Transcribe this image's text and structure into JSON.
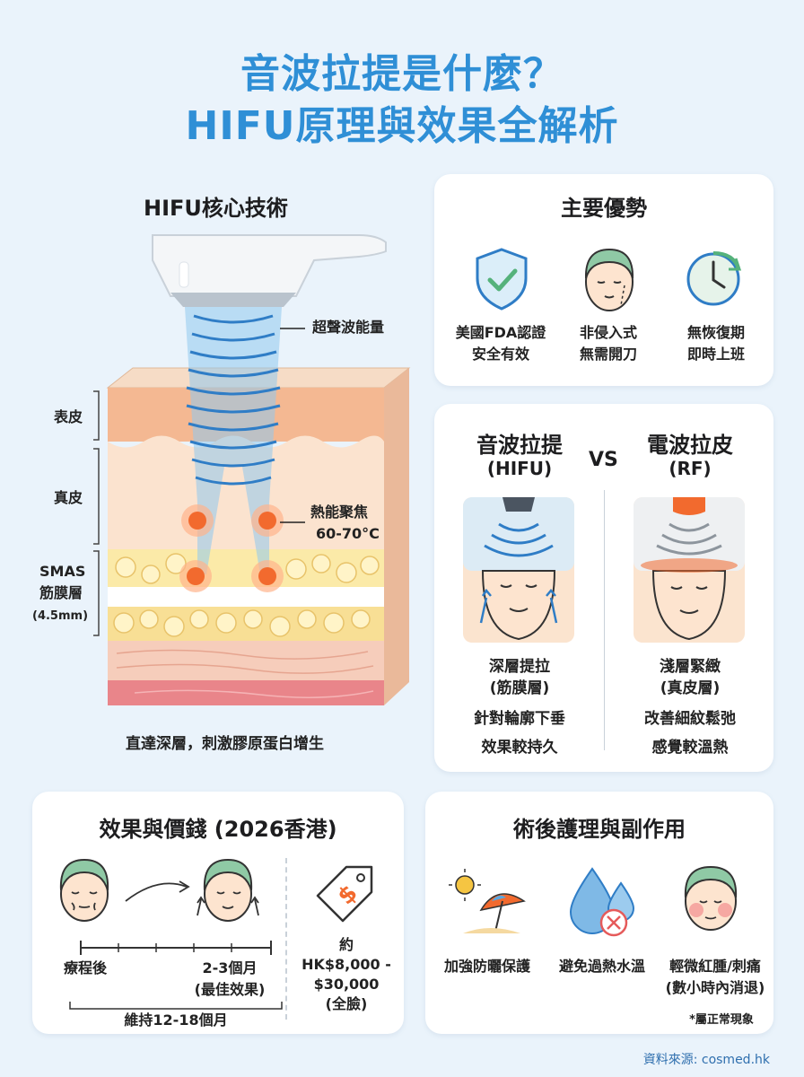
{
  "header": {
    "title_line1": "音波拉提是什麼？",
    "title_line2": "HIFU原理與效果全解析"
  },
  "core_tech": {
    "heading": "HIFU核心技術",
    "energy_label": "超聲波能量",
    "focus_label_1": "熱能聚焦",
    "focus_label_2": "60-70°C",
    "layer_epidermis": "表皮",
    "layer_dermis": "真皮",
    "layer_smas_1": "SMAS",
    "layer_smas_2": "筋膜層",
    "layer_smas_3": "(4.5mm)",
    "caption": "直達深層，刺激膠原蛋白增生"
  },
  "advantages": {
    "heading": "主要優勢",
    "items": [
      {
        "icon": "shield-check-icon",
        "line1": "美國FDA認證",
        "line2": "安全有效"
      },
      {
        "icon": "face-icon",
        "line1": "非侵入式",
        "line2": "無需開刀"
      },
      {
        "icon": "clock-icon",
        "line1": "無恢復期",
        "line2": "即時上班"
      }
    ]
  },
  "comparison": {
    "left_title_1": "音波拉提",
    "left_title_2": "(HIFU)",
    "vs": "VS",
    "right_title_1": "電波拉皮",
    "right_title_2": "(RF)",
    "left_points": [
      "深層提拉",
      "(筋膜層)",
      "針對輪廓下垂",
      "效果較持久"
    ],
    "right_points": [
      "淺層緊緻",
      "(真皮層)",
      "改善細紋鬆弛",
      "感覺較溫熱"
    ]
  },
  "effect_price": {
    "heading": "效果與價錢 (2026香港)",
    "before_label": "療程後",
    "after_label_1": "2-3個月",
    "after_label_2": "(最佳效果)",
    "duration": "維持12-18個月",
    "price_1": "約",
    "price_2": "HK$8,000 -",
    "price_3": "$30,000",
    "price_4": "(全臉)"
  },
  "aftercare": {
    "heading": "術後護理與副作用",
    "items": [
      {
        "icon": "sun-umbrella-icon",
        "line1": "加強防曬保護",
        "line2": ""
      },
      {
        "icon": "water-drop-cross-icon",
        "line1": "避免過熱水溫",
        "line2": ""
      },
      {
        "icon": "redness-face-icon",
        "line1": "輕微紅腫/刺痛",
        "line2": "(數小時內消退)"
      }
    ],
    "note": "*屬正常現象"
  },
  "footer": {
    "source": "資料來源: cosmed.hk"
  },
  "colors": {
    "title_blue": "#2f8fd6",
    "face_green": "#8fc9a5",
    "accent_orange": "#f26a2e"
  }
}
